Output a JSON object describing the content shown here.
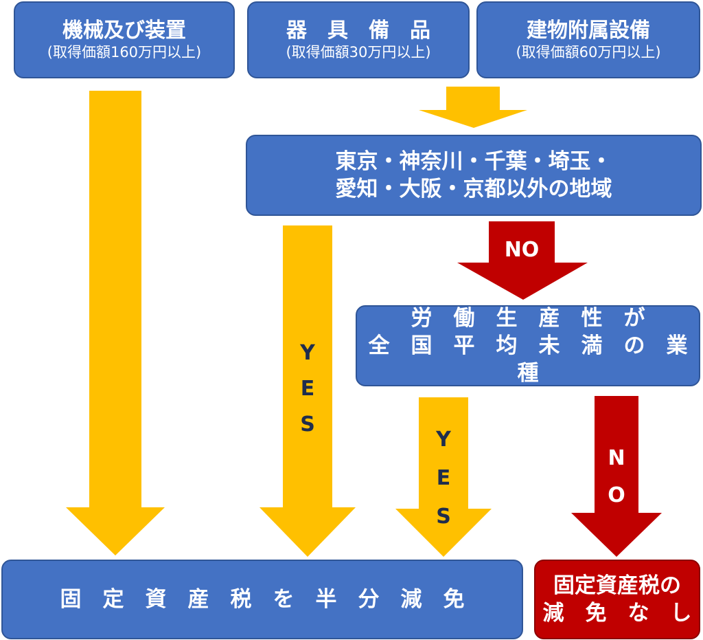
{
  "colors": {
    "box_blue": "#4472c4",
    "box_red": "#c00000",
    "arrow_yellow": "#ffc000",
    "arrow_red": "#c00000"
  },
  "top_boxes": [
    {
      "title": "機械及び装置",
      "sub": "(取得価額160万円以上)"
    },
    {
      "title": "器　具　備　品",
      "sub": "(取得価額30万円以上)"
    },
    {
      "title": "建物附属設備",
      "sub": "(取得価額60万円以上)"
    }
  ],
  "region_box": {
    "line1": "東京・神奈川・千葉・埼玉・",
    "line2": "愛知・大阪・京都以外の地域"
  },
  "productivity_box": {
    "line1": "労　働　生　産　性　が",
    "line2": "全　国　平　均　未　満　の　業　種"
  },
  "result_halve": {
    "label": "固　定　資　産　税　を　半　分　減　免"
  },
  "result_none": {
    "line1": "固定資産税の",
    "line2": "減　免　な　し"
  },
  "arrow_labels": {
    "no_top": "NO",
    "yes_left": [
      "Y",
      "E",
      "S"
    ],
    "yes_right": [
      "Y",
      "E",
      "S"
    ],
    "no_right": [
      "N",
      "O"
    ]
  }
}
